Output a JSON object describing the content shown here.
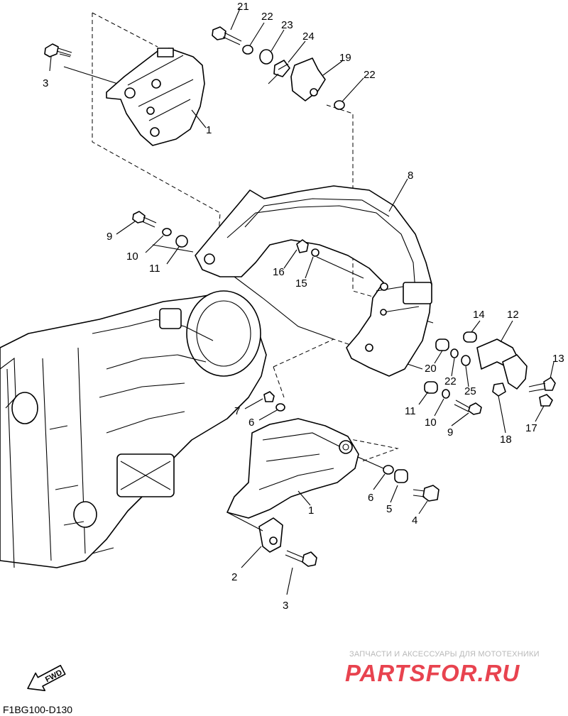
{
  "diagram": {
    "callouts": [
      "21",
      "22",
      "23",
      "24",
      "19",
      "22",
      "3",
      "1",
      "8",
      "9",
      "10",
      "11",
      "16",
      "15",
      "14",
      "12",
      "13",
      "20",
      "22",
      "25",
      "17",
      "18",
      "7",
      "6",
      "11",
      "10",
      "9",
      "6",
      "5",
      "4",
      "1",
      "2",
      "3"
    ],
    "fwd_label": "FWD",
    "code": "F1BG100-D130"
  },
  "watermark": {
    "tagline": "ЗАПЧАСТИ И АКСЕССУАРЫ ДЛЯ МОТОТЕХНИКИ",
    "logo": "PARTSFOR.RU",
    "logo_color": "#e8434f"
  }
}
